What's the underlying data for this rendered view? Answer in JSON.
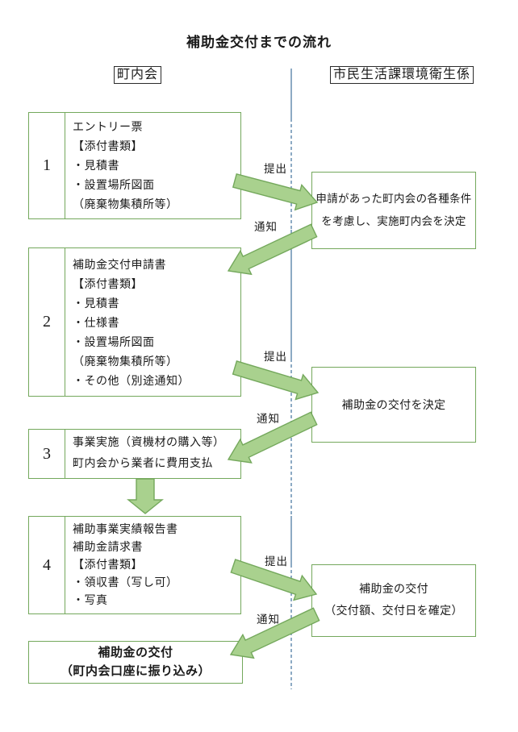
{
  "page": {
    "title": "補助金交付までの流れ"
  },
  "columns": {
    "left_header": "町内会",
    "right_header": "市民生活課環境衛生係"
  },
  "steps": [
    {
      "number": "1",
      "lines": [
        "エントリー票",
        "【添付書類】",
        "・見積書",
        "・設置場所図面",
        "（廃棄物集積所等）"
      ]
    },
    {
      "number": "2",
      "lines": [
        "補助金交付申請書",
        "【添付書類】",
        "・見積書",
        "・仕様書",
        "・設置場所図面",
        "（廃棄物集積所等）",
        "・その他（別途通知）"
      ]
    },
    {
      "number": "3",
      "lines": [
        "事業実施（資機材の購入等）",
        "町内会から業者に費用支払"
      ]
    },
    {
      "number": "4",
      "lines": [
        "補助事業実績報告書",
        "補助金請求書",
        "【添付書類】",
        "・領収書（写し可）",
        "・写真"
      ]
    }
  ],
  "final_box": {
    "lines": [
      "補助金の交付",
      "（町内会口座に振り込み）"
    ]
  },
  "office_boxes": [
    {
      "lines": [
        "申請があった町内会の各種条件",
        "を考慮し、実施町内会を決定"
      ]
    },
    {
      "lines": [
        "補助金の交付を決定"
      ]
    },
    {
      "lines": [
        "補助金の交付",
        "（交付額、交付日を確定）"
      ]
    }
  ],
  "arrow_labels": {
    "submit": "提出",
    "notify": "通知"
  },
  "colors": {
    "box_border_green": "#74a85c",
    "arrow_fill": "#a9d18e",
    "arrow_stroke": "#74a85c",
    "divider_blue": "#41719c",
    "header_border": "#2b2b2b"
  }
}
